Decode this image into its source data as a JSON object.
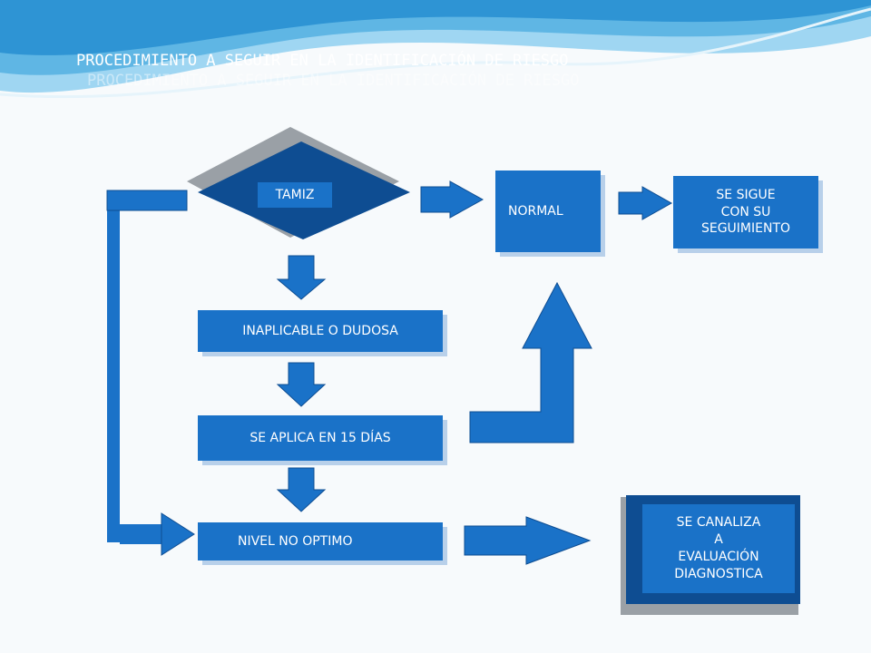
{
  "title": "PROCEDIMIENTO A SEGUIR  EN LA IDENTIFICACIÓN DE RIESGO",
  "nodes": {
    "tamiz": "TAMIZ",
    "normal": "NORMAL",
    "seguimiento": [
      "SE SIGUE",
      "CON   SU",
      "SEGUIMIENTO"
    ],
    "inaplicable": "INAPLICABLE O DUDOSA",
    "aplica15": "SE APLICA EN 15 DÍAS",
    "nivel_no_optimo": "NIVEL NO OPTIMO",
    "canaliza": [
      "SE CANALIZA",
      "A",
      "EVALUACIÓN",
      "DIAGNOSTICA"
    ]
  },
  "colors": {
    "box": "#1a72c8",
    "dark": "#0e4d92",
    "wave_light": "#cfe9f7",
    "wave_mid": "#7fc4ea"
  }
}
